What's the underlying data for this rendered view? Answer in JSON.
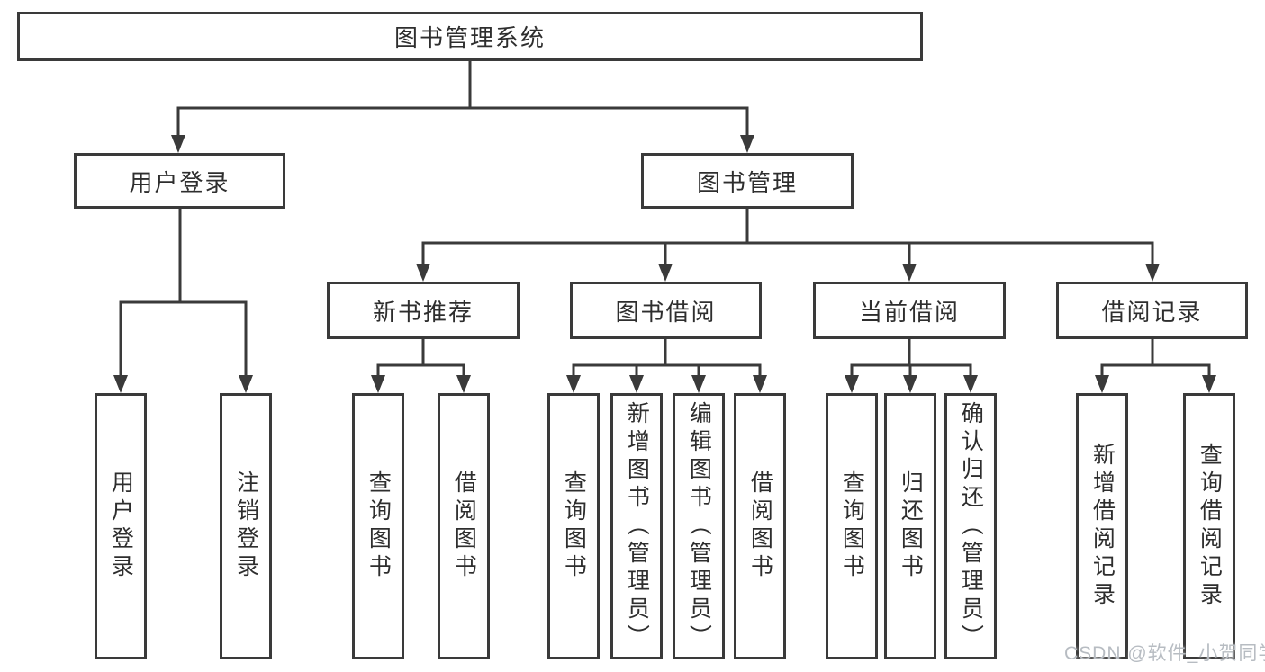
{
  "diagram_title": "图书管理系统",
  "tree": {
    "label": "图书管理系统",
    "children": [
      {
        "label": "用户登录",
        "children": [
          {
            "label": "用户登录"
          },
          {
            "label": "注销登录"
          }
        ]
      },
      {
        "label": "图书管理",
        "children": [
          {
            "label": "新书推荐",
            "children": [
              {
                "label": "查询图书"
              },
              {
                "label": "借阅图书"
              }
            ]
          },
          {
            "label": "图书借阅",
            "children": [
              {
                "label": "查询图书"
              },
              {
                "label": "新增图书（管理员）"
              },
              {
                "label": "编辑图书（管理员）"
              },
              {
                "label": "借阅图书"
              }
            ]
          },
          {
            "label": "当前借阅",
            "children": [
              {
                "label": "查询图书"
              },
              {
                "label": "归还图书"
              },
              {
                "label": "确认归还（管理员）"
              }
            ]
          },
          {
            "label": "借阅记录",
            "children": [
              {
                "label": "新增借阅记录"
              },
              {
                "label": "查询借阅记录"
              }
            ]
          }
        ]
      }
    ]
  },
  "watermark": "CSDN @软件_小贺同学",
  "colors": {
    "line": "#3a3a3a",
    "text": "#2e2e2e",
    "background": "#ffffff",
    "watermark": "#b7bcc2"
  }
}
